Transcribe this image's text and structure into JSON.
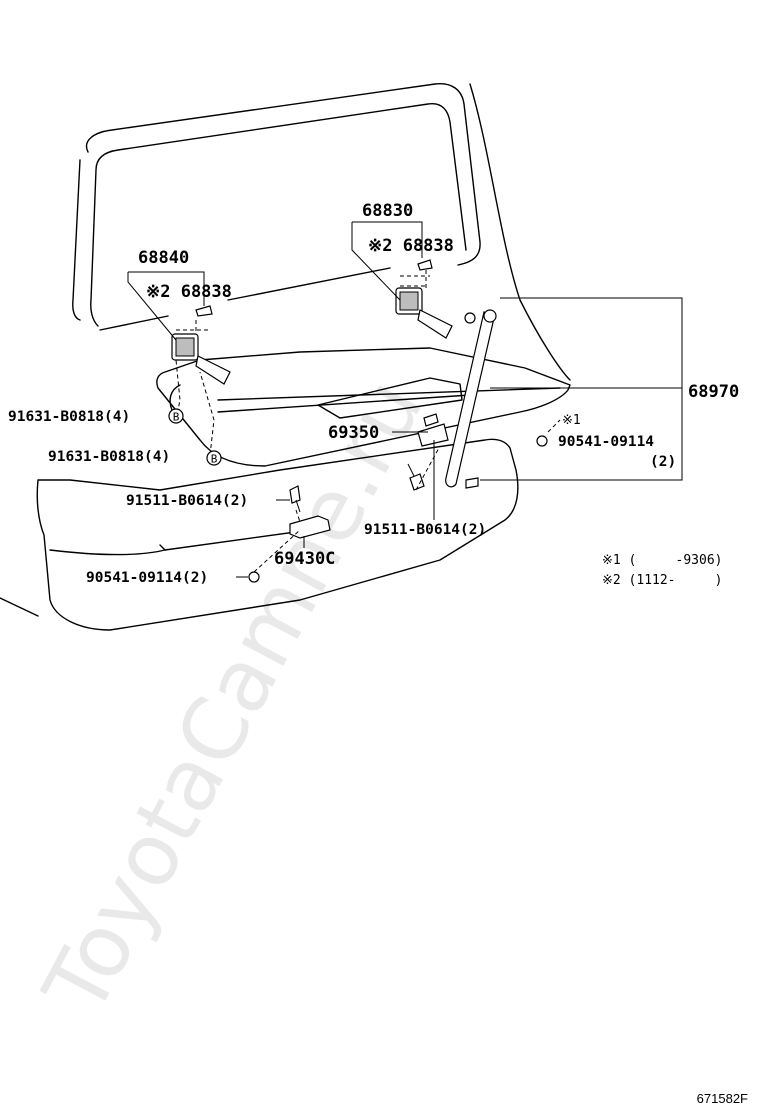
{
  "watermark": "ToyotaCamne.ru",
  "labels": {
    "p68830": "68830",
    "p68838_right": "※2 68838",
    "p68840": "68840",
    "p68838_left": "※2 68838",
    "p68970": "68970",
    "p69350": "69350",
    "p91631_a": "91631-B0818(4)",
    "p91631_b": "91631-B0818(4)",
    "p91511_a": "91511-B0614(2)",
    "p91511_b": "91511-B0614(2)",
    "p69430c": "69430C",
    "p90541_a": "90541-09114(2)",
    "p90541_b": "90541-09114",
    "p90541_b_qty": "(2)",
    "note_mark_1": "※1",
    "circle_b": "B"
  },
  "notes": {
    "n1": "※1 (     -9306)",
    "n2": "※2 (1112-     )"
  },
  "diagram_code": "671582F"
}
